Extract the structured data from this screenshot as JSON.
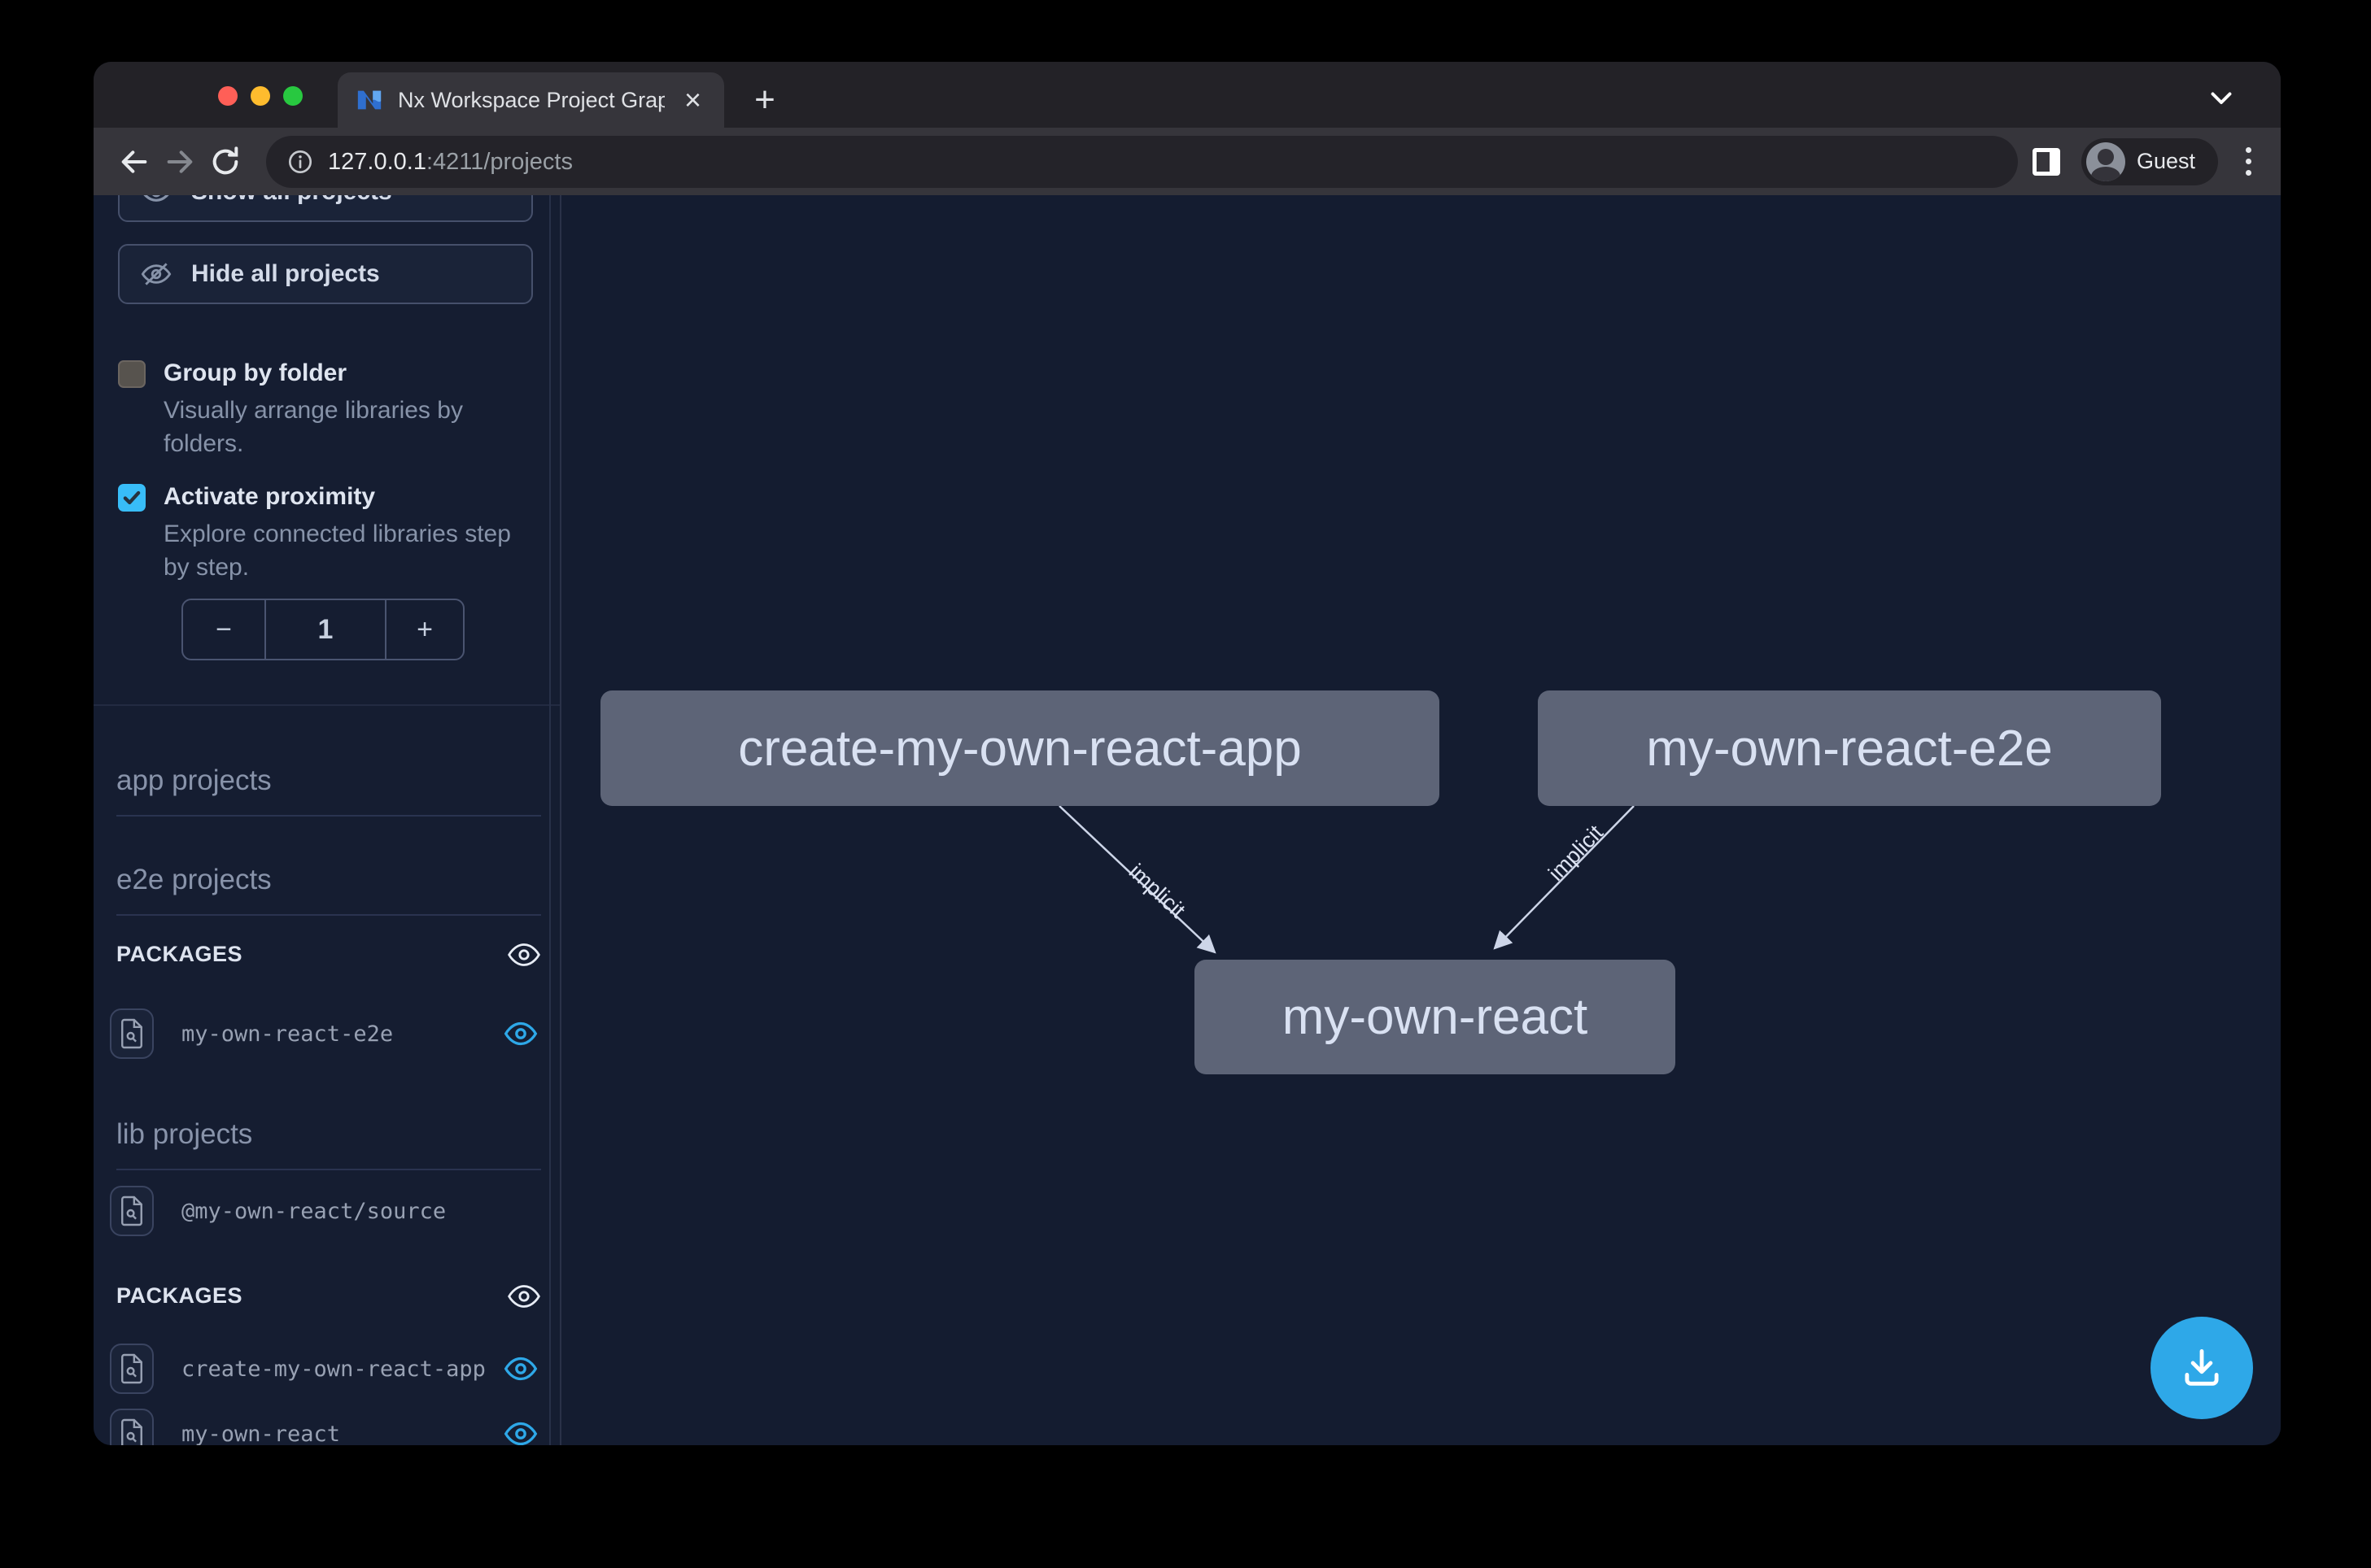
{
  "window": {
    "tab_title": "Nx Workspace Project Graph",
    "close_tab_glyph": "×",
    "new_tab_glyph": "+"
  },
  "toolbar": {
    "url_host": "127.0.0.1",
    "url_rest": ":4211/projects",
    "profile_label": "Guest"
  },
  "sidebar": {
    "show_all_button_label": "Show all projects",
    "hide_all_button_label": "Hide all projects",
    "group_by_folder": {
      "label": "Group by folder",
      "description": "Visually arrange libraries by folders.",
      "checked": false
    },
    "activate_proximity": {
      "label": "Activate proximity",
      "description": "Explore connected libraries step by step.",
      "checked": true
    },
    "proximity_stepper": {
      "minus": "−",
      "value": "1",
      "plus": "+"
    },
    "headings": {
      "app": "app projects",
      "e2e": "e2e projects",
      "lib": "lib projects"
    },
    "packages_sections": [
      {
        "label": "PACKAGES"
      },
      {
        "label": "PACKAGES"
      }
    ],
    "rows": [
      {
        "name": "my-own-react-e2e",
        "eye": "visible"
      },
      {
        "name": "@my-own-react/source",
        "eye": "none"
      },
      {
        "name": "create-my-own-react-app",
        "eye": "visible"
      },
      {
        "name": "my-own-react",
        "eye": "visible"
      }
    ]
  },
  "graph": {
    "nodes": [
      {
        "label": "create-my-own-react-app"
      },
      {
        "label": "my-own-react-e2e"
      },
      {
        "label": "my-own-react"
      }
    ],
    "edges": [
      {
        "from": "create-my-own-react-app",
        "to": "my-own-react",
        "label": "implicit"
      },
      {
        "from": "my-own-react-e2e",
        "to": "my-own-react",
        "label": "implicit"
      }
    ]
  },
  "colors": {
    "accent_blue": "#2ea8e8",
    "checkbox_checked": "#38bdf8",
    "node_fill": "#5d6477",
    "canvas_bg": "#141c30",
    "sidebar_bg": "#151d31"
  }
}
